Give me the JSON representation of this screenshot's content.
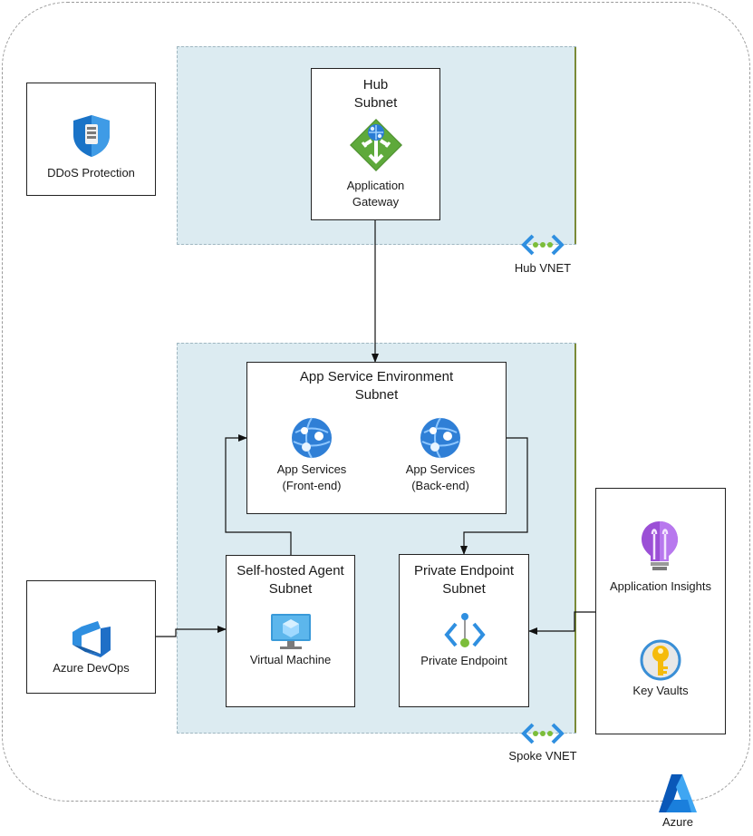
{
  "ddos": {
    "label": "DDoS Protection"
  },
  "hub_subnet": {
    "title_line1": "Hub",
    "title_line2": "Subnet",
    "icon_label_line1": "Application",
    "icon_label_line2": "Gateway"
  },
  "hub_vnet": {
    "label": "Hub VNET"
  },
  "ase_subnet": {
    "title_line1": "App Service Environment",
    "title_line2": "Subnet",
    "frontend_line1": "App Services",
    "frontend_line2": "(Front-end)",
    "backend_line1": "App Services",
    "backend_line2": "(Back-end)"
  },
  "agent_subnet": {
    "title_line1": "Self-hosted Agent",
    "title_line2": "Subnet",
    "icon_label": "Virtual Machine"
  },
  "pe_subnet": {
    "title_line1": "Private Endpoint",
    "title_line2": "Subnet",
    "icon_label": "Private Endpoint"
  },
  "spoke_vnet": {
    "label": "Spoke VNET"
  },
  "devops": {
    "label": "Azure DevOps"
  },
  "monitoring": {
    "insights_label": "Application Insights",
    "keyvault_label": "Key Vaults"
  },
  "azure": {
    "label": "Azure"
  },
  "colors": {
    "vnet_fill": "#dcebf1",
    "azure_blue": "#0078d4",
    "gateway_green": "#5ea93b",
    "insights_purple": "#9b4fd6",
    "keyvault_gold": "#f5bb0c"
  }
}
